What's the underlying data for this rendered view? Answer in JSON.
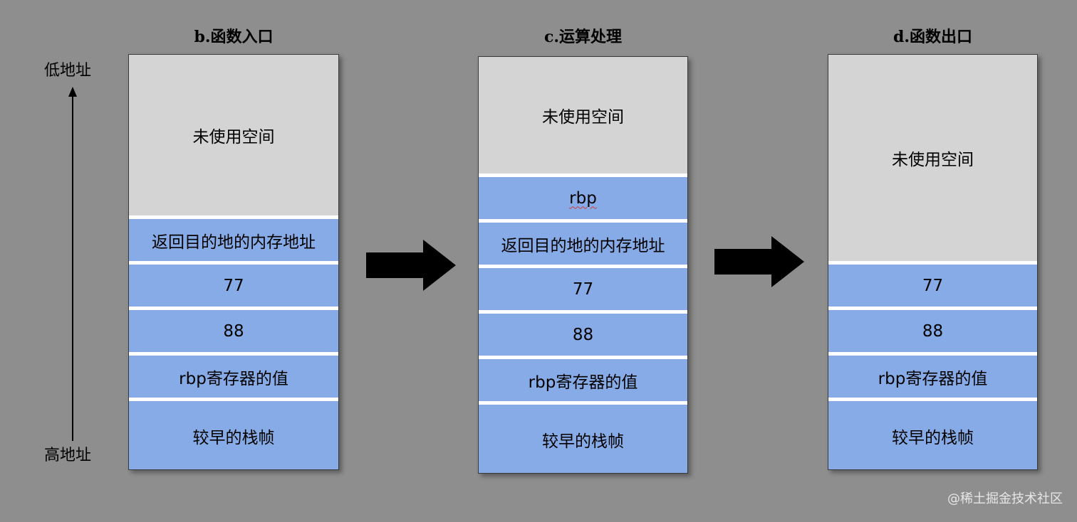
{
  "address_axis": {
    "low_label": "低地址",
    "high_label": "高地址"
  },
  "stacks": [
    {
      "title": "b.函数入口",
      "cells": [
        {
          "text": "未使用空间",
          "kind": "free"
        },
        {
          "text": "返回目的地的内存地址",
          "kind": "used"
        },
        {
          "text": "77",
          "kind": "used"
        },
        {
          "text": "88",
          "kind": "used"
        },
        {
          "text": "rbp寄存器的值",
          "kind": "used"
        },
        {
          "text": "较早的栈帧",
          "kind": "used"
        }
      ]
    },
    {
      "title": "c.运算处理",
      "cells": [
        {
          "text": "未使用空间",
          "kind": "free"
        },
        {
          "text": "rbp",
          "kind": "used"
        },
        {
          "text": "返回目的地的内存地址",
          "kind": "used"
        },
        {
          "text": "77",
          "kind": "used"
        },
        {
          "text": "88",
          "kind": "used"
        },
        {
          "text": "rbp寄存器的值",
          "kind": "used"
        },
        {
          "text": "较早的栈帧",
          "kind": "used"
        }
      ]
    },
    {
      "title": "d.函数出口",
      "cells": [
        {
          "text": "未使用空间",
          "kind": "free"
        },
        {
          "text": "77",
          "kind": "used"
        },
        {
          "text": "88",
          "kind": "used"
        },
        {
          "text": "rbp寄存器的值",
          "kind": "used"
        },
        {
          "text": "较早的栈帧",
          "kind": "used"
        }
      ]
    }
  ],
  "colors": {
    "background": "#8e8e8e",
    "free_cell": "#d4d4d4",
    "used_cell": "#86abe6",
    "arrow": "#000000"
  },
  "watermark": "@稀土掘金技术社区"
}
